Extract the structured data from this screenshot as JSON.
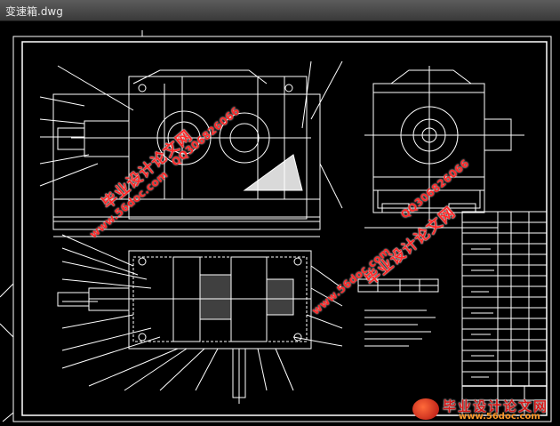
{
  "window": {
    "title": "变速箱.dwg"
  },
  "drawing": {
    "colors": {
      "background": "#000000",
      "lines": "#ffffff",
      "accent": "#ff2a2a"
    }
  },
  "watermarks": {
    "cn_text": "毕业设计论文网",
    "url_text": "www.56doc.com",
    "qq_text": "QQ306826066"
  },
  "logo": {
    "cn_text": "毕业设计论文网",
    "url_text": "www.56doc.com"
  }
}
